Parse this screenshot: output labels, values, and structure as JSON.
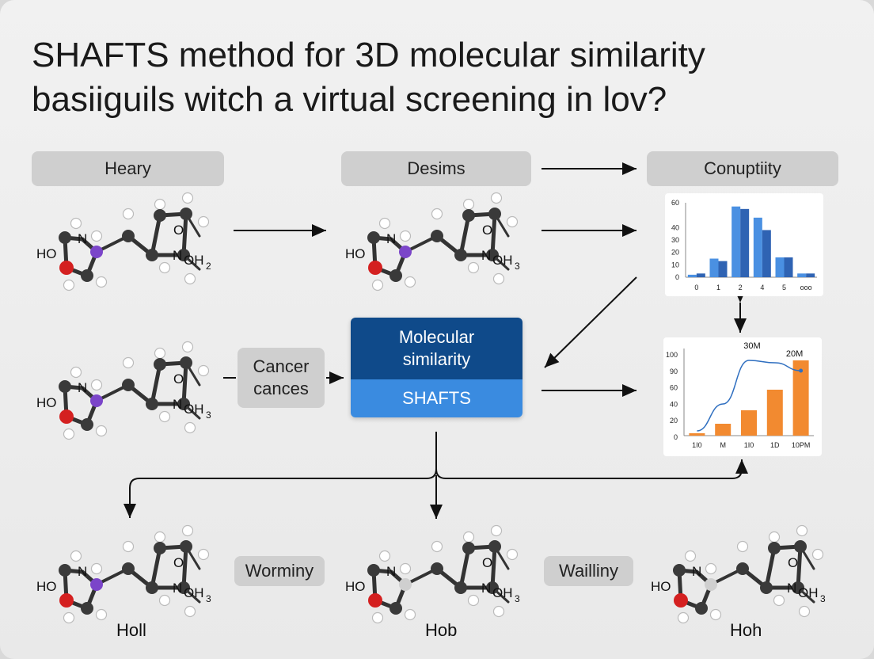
{
  "title": {
    "line1": "SHAFTS method for 3D molecular similarity",
    "line2": "basiiguils witch a virtual screening in lov?"
  },
  "headers": {
    "left": "Heary",
    "middle": "Desims",
    "right": "Conuptiity"
  },
  "chips": {
    "cancer": [
      "Cancer",
      "cances"
    ],
    "worminy": "Worminy",
    "wailliny": "Wailliny"
  },
  "shafts_box": {
    "line1": "Molecular",
    "line2": "similarity",
    "bottom": "SHAFTS"
  },
  "molecules": [
    {
      "id": "mol-top-left",
      "ho": "HO",
      "n": "N",
      "o": "O",
      "noh": "N",
      "sub": "OH",
      "subscript": "2"
    },
    {
      "id": "mol-top-mid",
      "ho": "HO",
      "n": "N",
      "o": "O",
      "noh": "N",
      "sub": "OH",
      "subscript": "3"
    },
    {
      "id": "mol-mid-left",
      "ho": "HO",
      "n": "N",
      "o": "O",
      "noh": "N",
      "sub": "OH",
      "subscript": "3"
    },
    {
      "id": "mol-bot-left",
      "ho": "HO",
      "n": "N",
      "o": "O",
      "noh": "N",
      "sub": "OH",
      "subscript": "3"
    },
    {
      "id": "mol-bot-mid",
      "ho": "HO",
      "n": "N",
      "o": "O",
      "noh": "N",
      "sub": "OH",
      "subscript": "3"
    },
    {
      "id": "mol-bot-right",
      "ho": "HO",
      "n": "N",
      "o": "O",
      "noh": "N",
      "sub": "OH",
      "subscript": "3"
    }
  ],
  "captions": {
    "left": "Holl",
    "mid": "Hob",
    "right": "Hoh"
  },
  "colors": {
    "bar_light": "#4a90e2",
    "bar_dark": "#2f63b3",
    "bar_orange": "#f28a30",
    "line_blue": "#2f6fc0",
    "shafts_dark": "#0f4a8a",
    "shafts_light": "#3a8be0"
  },
  "chart_data": [
    {
      "type": "bar",
      "categories": [
        "0",
        "1",
        "2",
        "4",
        "5",
        "ooo"
      ],
      "series": [
        {
          "values": [
            2,
            15,
            57,
            48,
            16,
            3
          ]
        },
        {
          "values": [
            3,
            13,
            55,
            38,
            16,
            3
          ]
        }
      ],
      "yticks": [
        "60",
        "40",
        "30",
        "20",
        "10",
        "0"
      ],
      "ylim": [
        0,
        60
      ]
    },
    {
      "type": "bar",
      "categories": [
        "1I0",
        "M",
        "1I0",
        "1D",
        "10PM"
      ],
      "values": [
        3,
        15,
        32,
        58,
        95
      ],
      "yticks": [
        "100",
        "90",
        "60",
        "40",
        "20",
        "0"
      ],
      "ylim": [
        0,
        110
      ],
      "line": [
        6,
        40,
        95,
        92,
        82
      ],
      "annotations": [
        "30M",
        "20M"
      ]
    }
  ]
}
